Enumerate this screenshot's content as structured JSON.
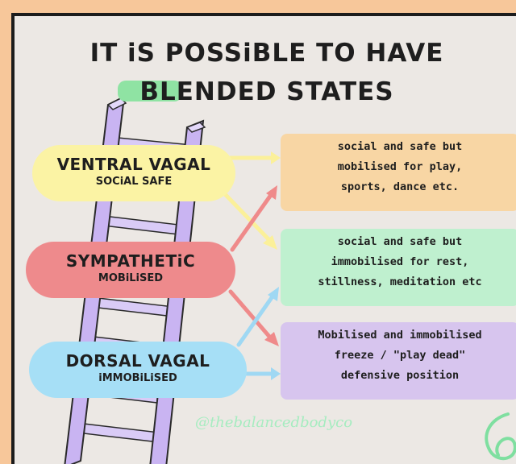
{
  "title": {
    "line1": "IT iS POSSiBLE TO HAVE",
    "line2": "BLENDED STATES"
  },
  "states": [
    {
      "name": "VENTRAL VAGAL",
      "sub": "SOCiAL SAFE",
      "color": "#fbf3a4"
    },
    {
      "name": "SYMPATHETiC",
      "sub": "MOBiLiSED",
      "color": "#ee8a8c"
    },
    {
      "name": "DORSAL VAGAL",
      "sub": "iMMOBiLiSED",
      "color": "#a6dff6"
    }
  ],
  "blends": [
    {
      "lines": [
        "social and safe but",
        "mobilised for play,",
        "sports, dance etc."
      ],
      "color": "#f8d6a4"
    },
    {
      "lines": [
        "social and safe but",
        "immobilised for rest,",
        "stillness, meditation etc"
      ],
      "color": "#bff0cf"
    },
    {
      "lines": [
        "Mobilised and immobilised",
        "freeze / \"play dead\"",
        "defensive position"
      ],
      "color": "#d7c5ee"
    }
  ],
  "watermark": "@thebalancedbodyco",
  "colors": {
    "ladder": "#c9b4f2",
    "ladder_outline": "#2a2a2a",
    "arrow_yellow": "#fbf09a",
    "arrow_red": "#ef8a8a",
    "arrow_blue": "#9fd8f3",
    "highlight": "#8fe3a3"
  }
}
